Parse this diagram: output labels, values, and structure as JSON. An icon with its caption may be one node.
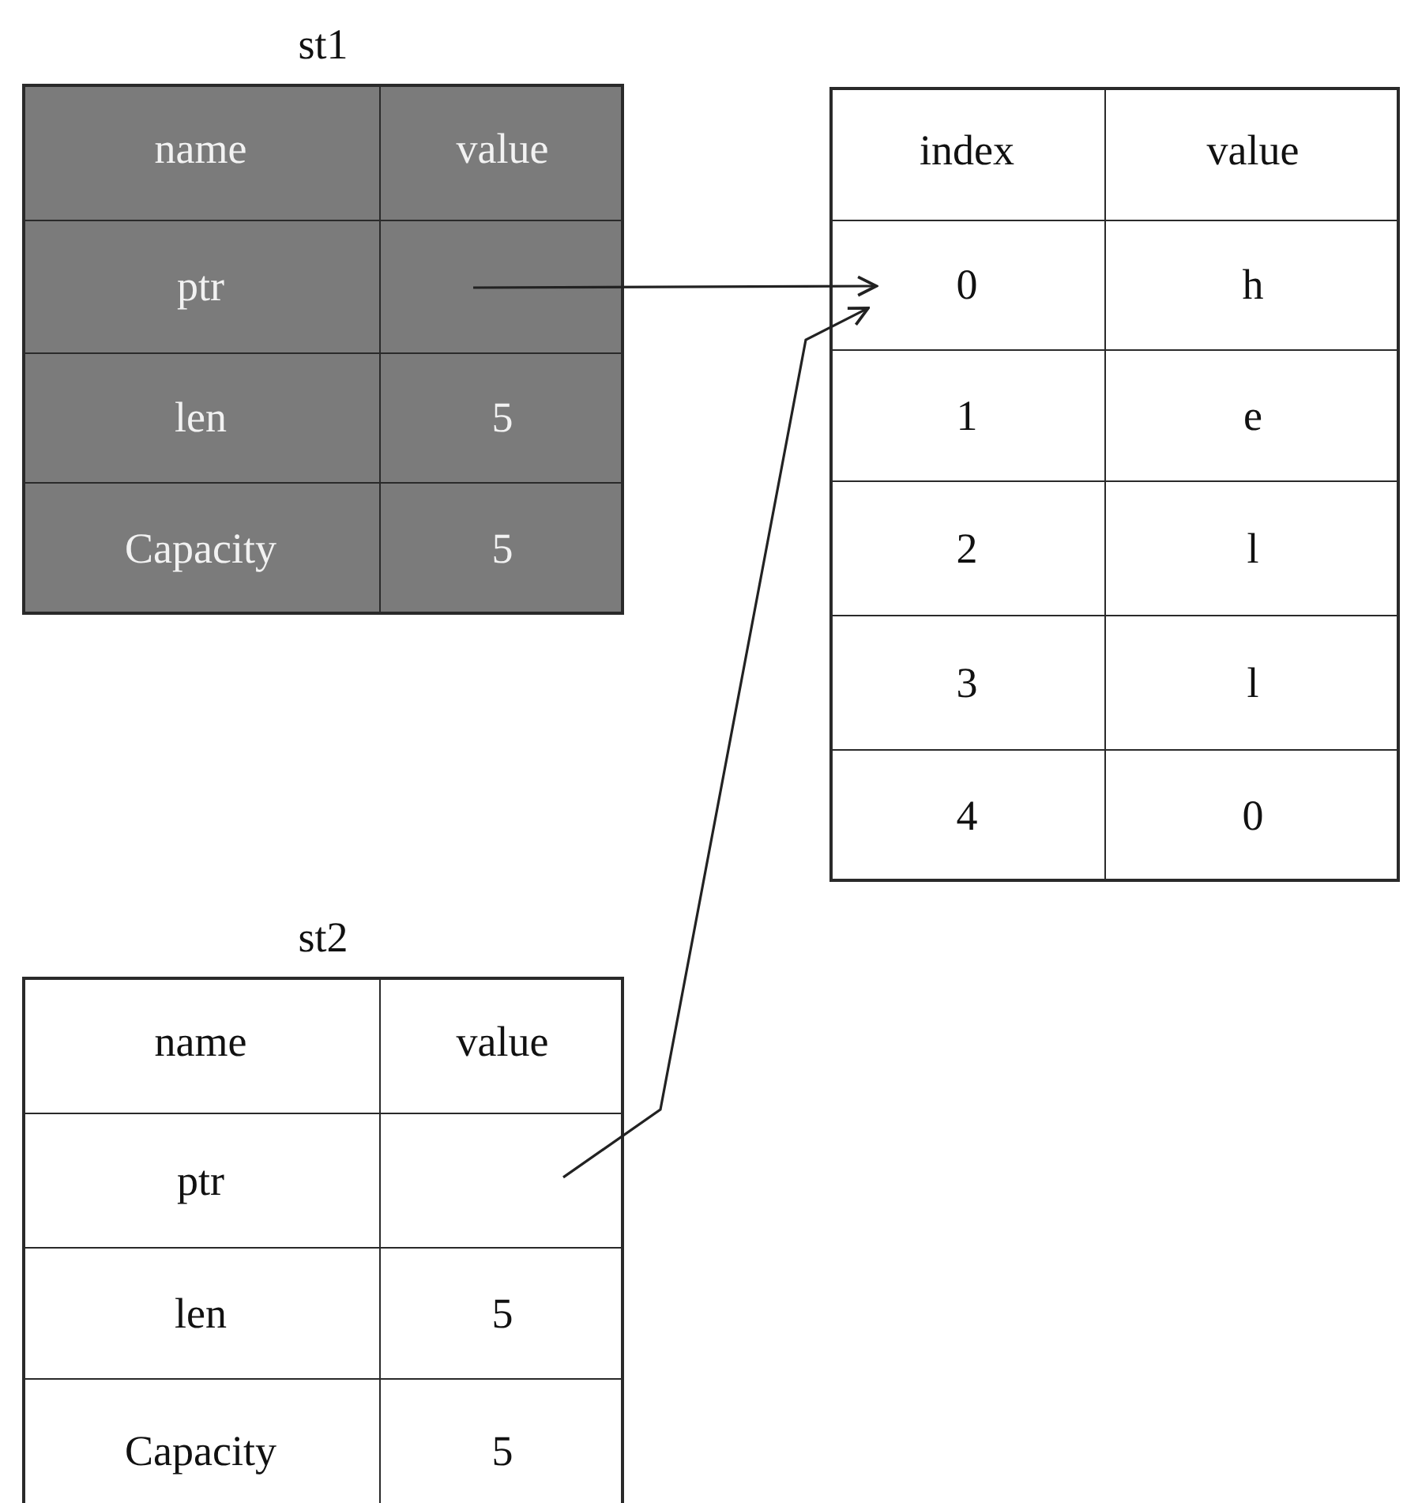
{
  "diagram": {
    "nodes": [
      {
        "text": [
          "st1"
        ]
      },
      {
        "text": [
          "name"
        ],
        "in": 0
      },
      {
        "text": [
          "value"
        ],
        "in": 0
      },
      {
        "text": [
          "ptr"
        ],
        "in": 0
      },
      {
        "text": [],
        "shape": "box",
        "in": 0
      },
      {
        "text": [
          "len"
        ],
        "in": 0
      },
      {
        "text": [
          "5"
        ],
        "in": 0
      },
      {
        "text": [
          "Capacity"
        ],
        "in": 0
      },
      {
        "text": [
          "5"
        ],
        "in": 0
      },
      {
        "text": [],
        "shape": "box"
      },
      {
        "text": [
          "index"
        ],
        "in": 9
      },
      {
        "text": [
          "value"
        ],
        "in": 9
      },
      {
        "text": [
          "0"
        ],
        "in": 9
      },
      {
        "text": [
          "h"
        ],
        "in": 9
      },
      {
        "text": [
          "1"
        ],
        "in": 9
      },
      {
        "text": [
          "e"
        ],
        "in": 9
      },
      {
        "text": [
          "2"
        ],
        "in": 9
      },
      {
        "text": [
          "l"
        ],
        "in": 9
      },
      {
        "text": [
          "3"
        ],
        "in": 9
      },
      {
        "text": [
          "l"
        ],
        "in": 9
      },
      {
        "text": [
          "4"
        ],
        "in": 9
      },
      {
        "text": [
          "0"
        ],
        "in": 9
      },
      {
        "text": [
          "st2"
        ]
      },
      {
        "text": [
          "name"
        ],
        "in": 22
      },
      {
        "text": [
          "value"
        ],
        "in": 22
      },
      {
        "text": [
          "ptr"
        ],
        "in": 22
      },
      {
        "text": [],
        "shape": "box",
        "in": 22
      },
      {
        "text": [
          "len"
        ],
        "in": 22
      },
      {
        "text": [
          "5"
        ],
        "in": 22
      },
      {
        "text": [
          "Capacity"
        ],
        "in": 22
      },
      {
        "text": [
          "5"
        ],
        "in": 22
      }
    ],
    "edges": [
      {
        "from": 4,
        "to": 12,
        "arrow": "to"
      },
      {
        "from": 26,
        "to": 12,
        "arrow": "to"
      }
    ]
  }
}
